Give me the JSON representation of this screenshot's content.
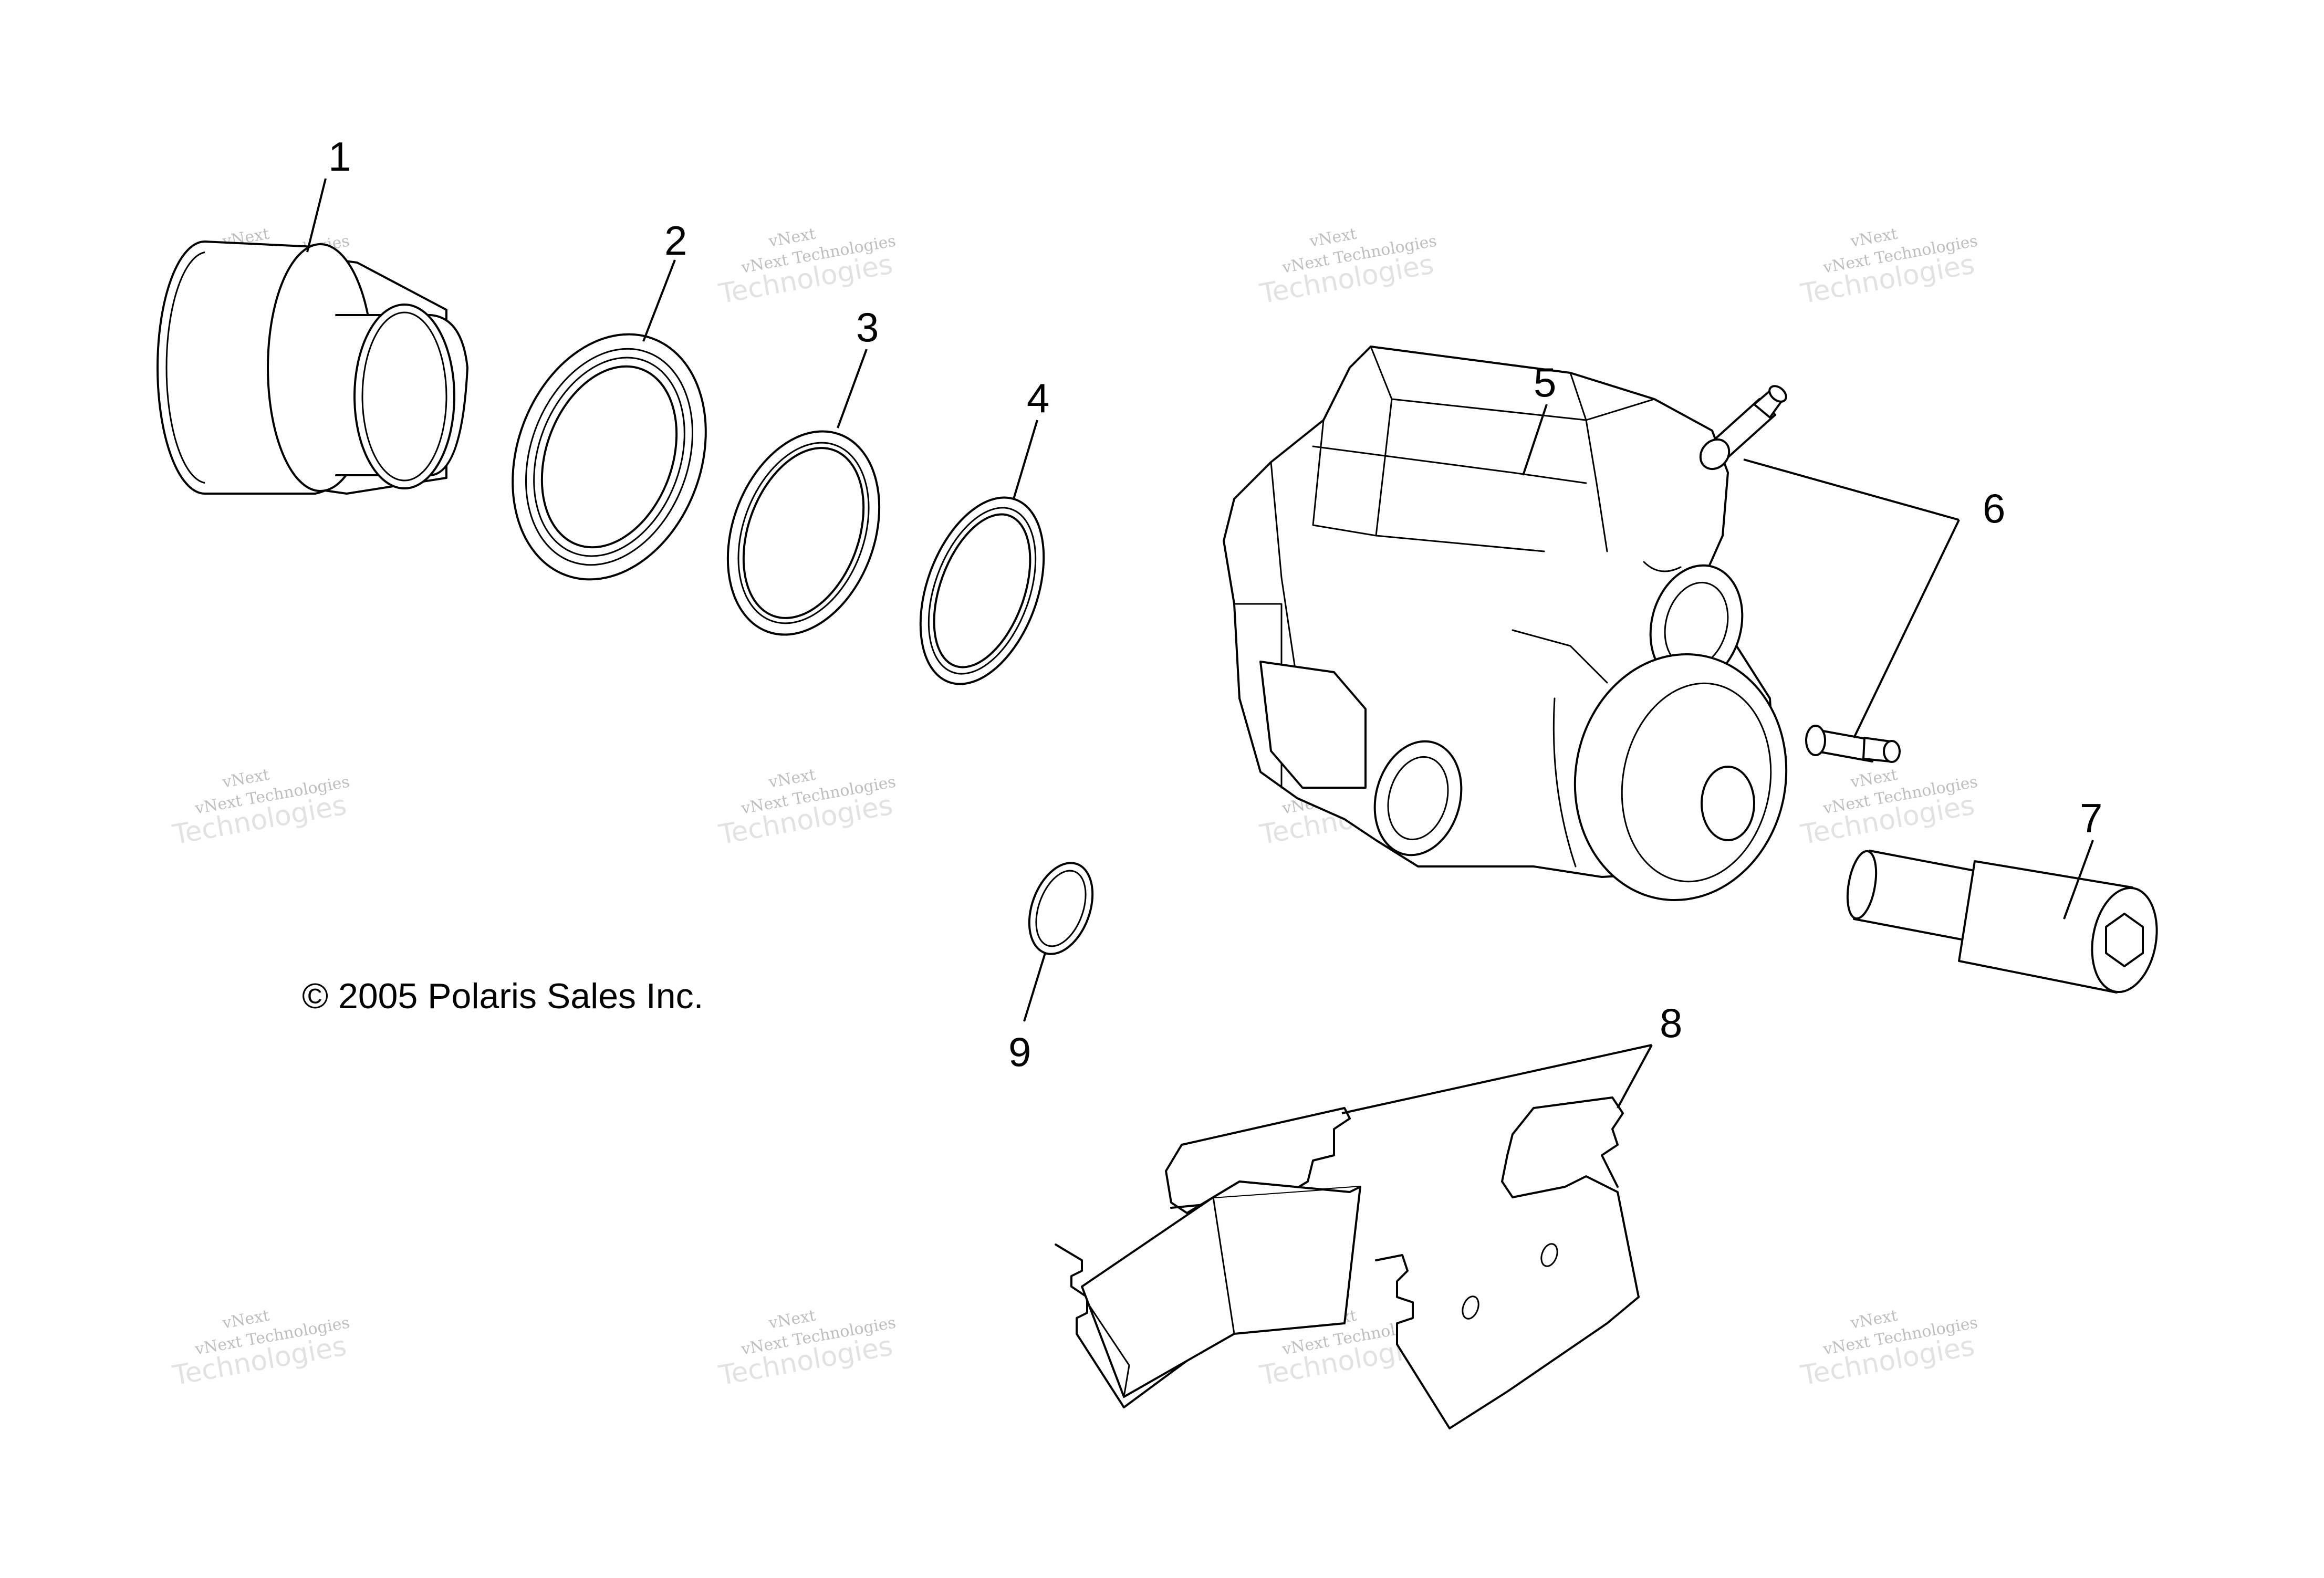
{
  "copyright": "© 2005 Polaris Sales Inc.",
  "watermark": {
    "line1": "vNext",
    "line2": "vNext Technologies",
    "line3": "Technologies"
  },
  "callouts": [
    "1",
    "2",
    "3",
    "4",
    "5",
    "6",
    "7",
    "8",
    "9"
  ]
}
